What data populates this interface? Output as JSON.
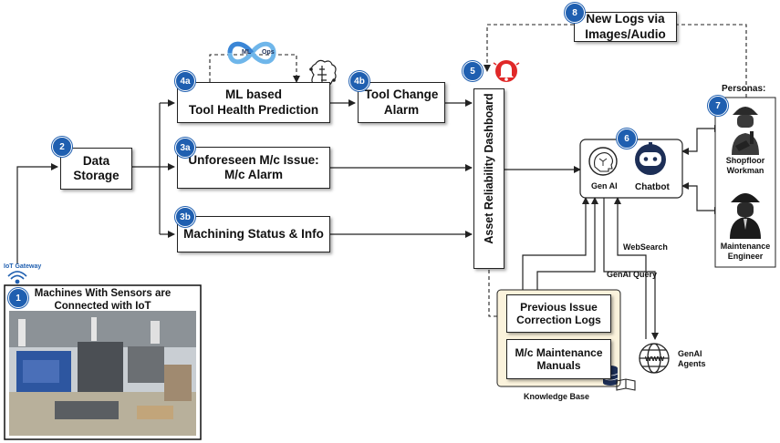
{
  "nodes": {
    "machines": {
      "badge": "1",
      "line1": "Machines With Sensors are",
      "line2": "Connected with IoT",
      "gateway": "IoT Gateway"
    },
    "data_storage": {
      "badge": "2",
      "line1": "Data",
      "line2": "Storage"
    },
    "ml_prediction": {
      "badge": "4a",
      "line1": "ML based",
      "line2": "Tool Health Prediction"
    },
    "mlops": {
      "left": "ML",
      "right": "Ops"
    },
    "unforeseen": {
      "badge": "3a",
      "line1": "Unforeseen M/c Issue:",
      "line2": "M/c Alarm"
    },
    "machining": {
      "badge": "3b",
      "line1": "Machining Status & Info"
    },
    "tool_change": {
      "badge": "4b",
      "line1": "Tool Change",
      "line2": "Alarm"
    },
    "dashboard": {
      "badge": "5",
      "label": "Asset Reliability Dashboard"
    },
    "new_logs": {
      "badge": "8",
      "line1": "New Logs via",
      "line2": "Images/Audio"
    },
    "genai_hub": {
      "badge": "6",
      "genai": "Gen AI",
      "chatbot": "Chatbot"
    },
    "personas": {
      "badge": "7",
      "title": "Personas:",
      "p1a": "Shopfloor",
      "p1b": "Workman",
      "p2a": "Maintenance",
      "p2b": "Engineer"
    },
    "knowledge_base": {
      "label": "Knowledge Base",
      "item1a": "Previous Issue",
      "item1b": "Correction Logs",
      "item2a": "M/c Maintenance",
      "item2b": "Manuals"
    },
    "agents": {
      "line1": "GenAI",
      "line2": "Agents",
      "www": "WWW"
    }
  },
  "edges": {
    "websearch": "WebSearch",
    "genai_query": "GenAI Query"
  },
  "colors": {
    "badge": "#1f5fb0",
    "bell": "#e02828",
    "kb_fill": "#fbf3dc",
    "robot": "#1d2f57"
  }
}
